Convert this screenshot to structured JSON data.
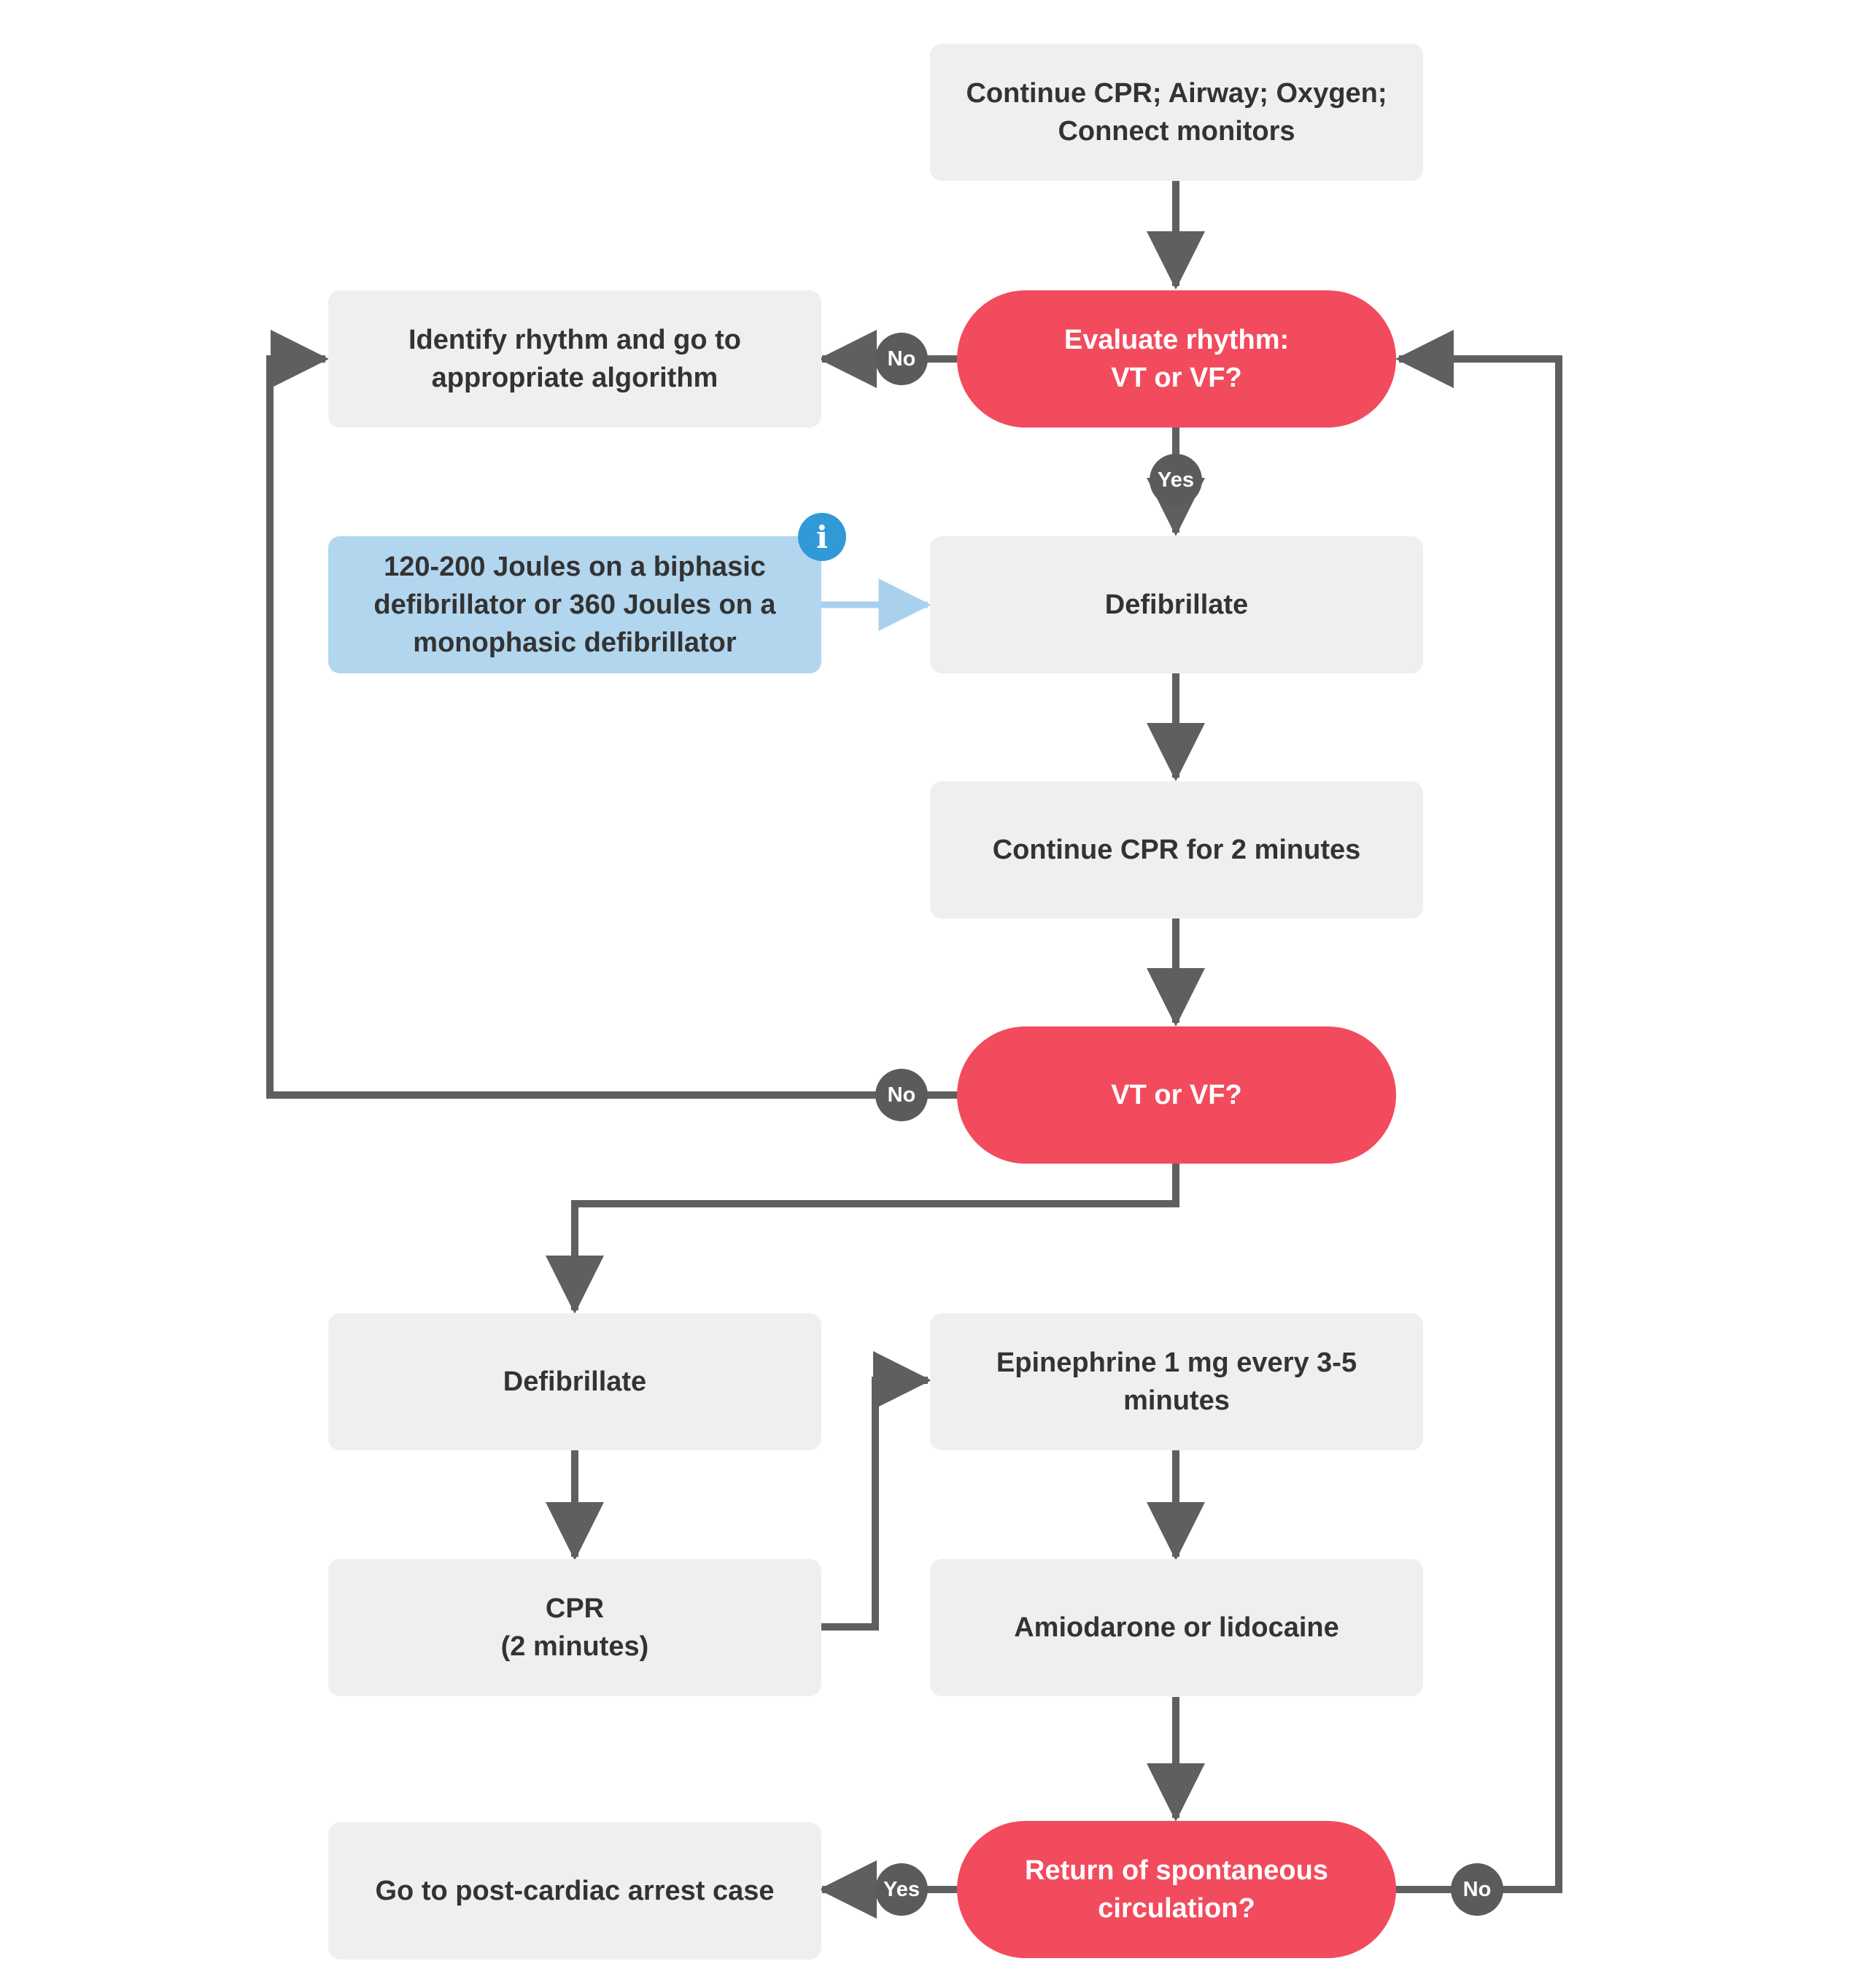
{
  "nodes": {
    "start": "Continue CPR; Airway; Oxygen;\nConnect monitors",
    "evaluate_rhythm": "Evaluate rhythm:\nVT or VF?",
    "identify_rhythm": "Identify rhythm and go to\nappropriate algorithm",
    "joules_info": "120-200 Joules on a biphasic\ndefibrillator or 360 Joules on a\nmonophasic defibrillator",
    "defibrillate_1": "Defibrillate",
    "continue_cpr_2min": "Continue CPR for 2 minutes",
    "vt_vf_check": "VT or VF?",
    "defibrillate_2": "Defibrillate",
    "cpr_2min": "CPR\n(2 minutes)",
    "epinephrine": "Epinephrine 1 mg every 3-5\nminutes",
    "amiodarone": "Amiodarone or lidocaine",
    "rosc_check": "Return of spontaneous\ncirculation?",
    "post_arrest": "Go to post-cardiac arrest case"
  },
  "badges": {
    "evaluate_no": "No",
    "evaluate_yes": "Yes",
    "vt_vf_no": "No",
    "rosc_yes": "Yes",
    "rosc_no": "No"
  },
  "icons": {
    "info": "i"
  },
  "colors": {
    "box": "#efefef",
    "decision": "#f24b5d",
    "info_box": "#b3d6ef",
    "connector": "#5f5f5f",
    "info_connector": "#a9d1ee",
    "badge": "#5b5b5b",
    "info_icon": "#2f9ad6"
  }
}
